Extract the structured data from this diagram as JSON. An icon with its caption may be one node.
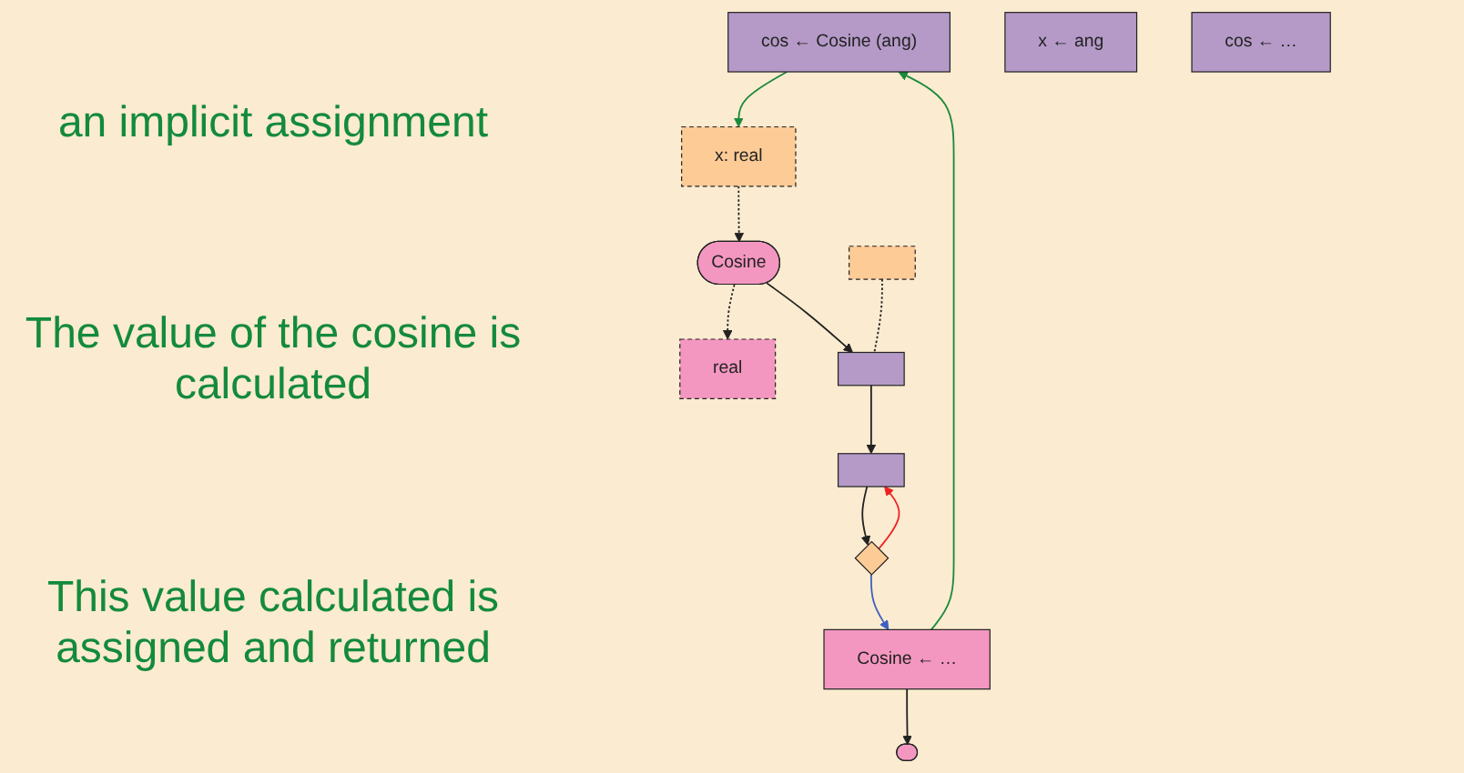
{
  "diagram": {
    "nodes": [
      {
        "text": [
          "cos ← Cosine (ang)"
        ]
      },
      {
        "text": [
          "x ← ang"
        ]
      },
      {
        "text": [
          "x: real"
        ]
      },
      {
        "text": [
          "Cosine"
        ]
      },
      {
        "text": [
          "real"
        ]
      },
      {
        "text": [],
        "shape": "box"
      },
      {
        "text": [],
        "shape": "box"
      },
      {
        "text": [],
        "shape": "box"
      },
      {
        "text": [],
        "shape": "diamond"
      },
      {
        "text": [
          "Cosine ← …"
        ]
      },
      {
        "text": [],
        "shape": "circle"
      },
      {
        "text": [
          "cos ← …"
        ]
      }
    ],
    "edges": [
      {
        "from": 0,
        "to": 2,
        "arrow": "to",
        "color": "#1a8a3a"
      },
      {
        "from": 2,
        "to": 3,
        "arrow": "to",
        "style": "dashed"
      },
      {
        "from": 3,
        "to": 4,
        "arrow": "to",
        "style": "dashed"
      },
      {
        "from": 3,
        "to": 6,
        "arrow": "to"
      },
      {
        "from": 5,
        "to": 6,
        "arrow": "none",
        "style": "dashed"
      },
      {
        "from": 6,
        "to": 7,
        "arrow": "to"
      },
      {
        "from": 7,
        "to": 8,
        "arrow": "to"
      },
      {
        "from": 8,
        "to": 7,
        "arrow": "to",
        "color": "#ee2222"
      },
      {
        "from": 8,
        "to": 9,
        "arrow": "to",
        "color": "#4060c0"
      },
      {
        "from": 9,
        "to": 10,
        "arrow": "to"
      },
      {
        "from": 9,
        "to": 0,
        "arrow": "to",
        "color": "#1a8a3a"
      }
    ],
    "labels": [
      "an implicit assignment",
      "The value of the cosine is calculated",
      "This value calculated is assigned and returned"
    ]
  }
}
